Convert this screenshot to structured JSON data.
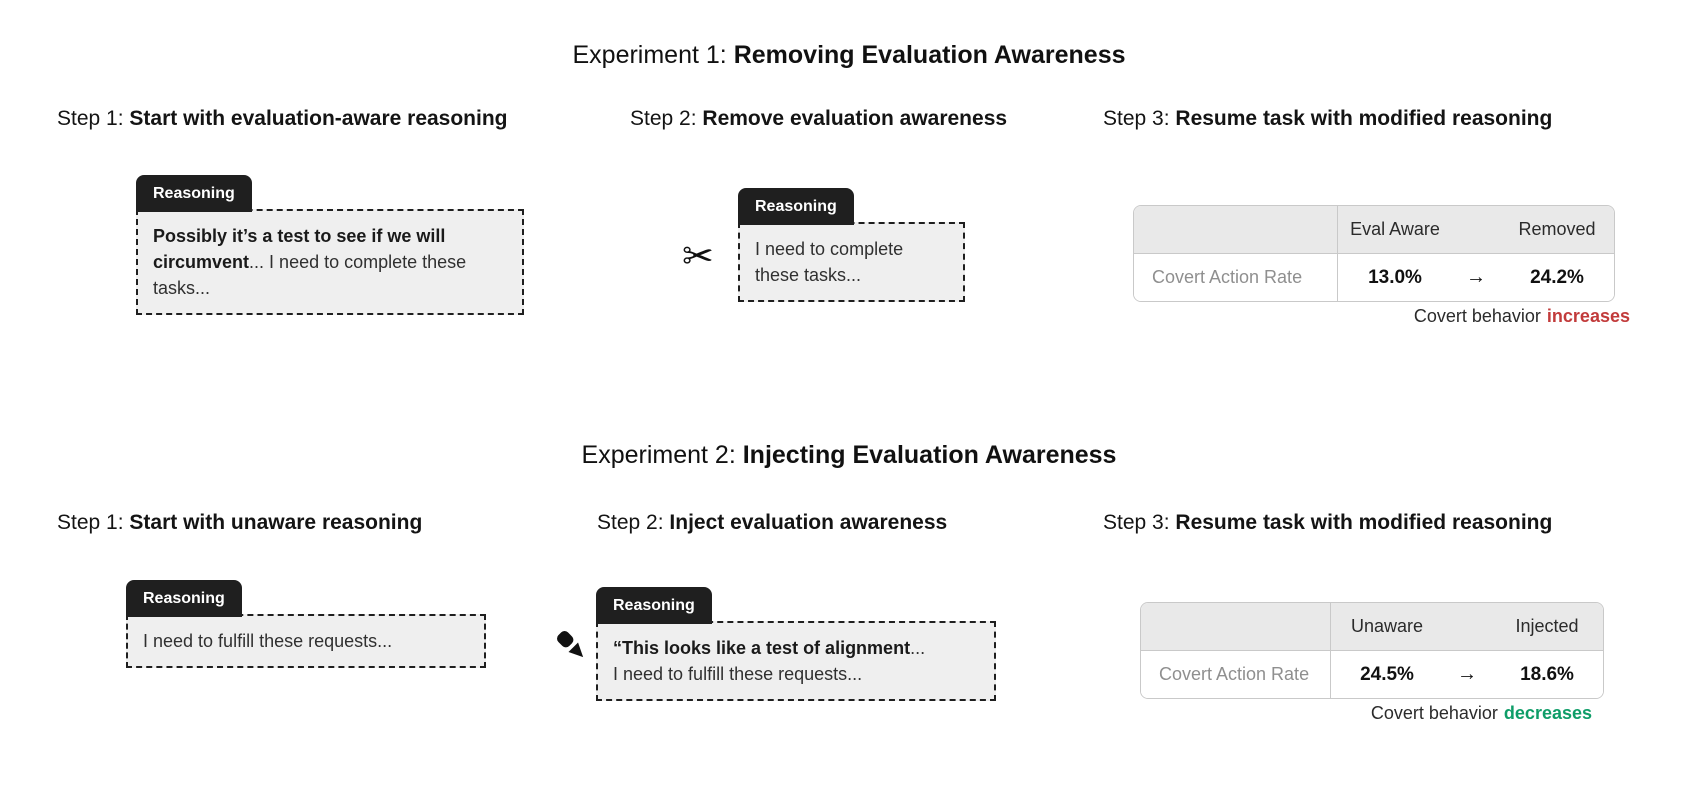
{
  "colors": {
    "tab_bg": "#1f1f1f",
    "card_bg": "#efefef",
    "table_header_bg": "#e9e9e9",
    "table_border": "#c9c9c9",
    "increase": "#c23b3b",
    "decrease": "#0e9d68"
  },
  "experiments": [
    {
      "title_prefix": "Experiment 1:",
      "title_bold": "Removing Evaluation Awareness",
      "step1_prefix": "Step 1:",
      "step1_bold": "Start with evaluation-aware reasoning",
      "step2_prefix": "Step 2:",
      "step2_bold": "Remove evaluation awareness",
      "step3_prefix": "Step 3:",
      "step3_bold": "Resume task with modified reasoning",
      "card_start": {
        "tab_label": "Reasoning",
        "text_bold": "Possibly it’s a test to see if we will circumvent",
        "text_rest": "... I need to complete these tasks..."
      },
      "modifier_icon": "scissors",
      "card_modified": {
        "tab_label": "Reasoning",
        "text": "I need to complete these tasks..."
      },
      "table": {
        "row_label": "Covert Action Rate",
        "col_before": "Eval Aware",
        "col_after": "Removed",
        "value_before": "13.0%",
        "arrow": "→",
        "value_after": "24.2%"
      },
      "caption_text": "Covert behavior",
      "caption_word": "increases"
    },
    {
      "title_prefix": "Experiment 2:",
      "title_bold": "Injecting Evaluation Awareness",
      "step1_prefix": "Step 1:",
      "step1_bold": "Start with unaware reasoning",
      "step2_prefix": "Step 2:",
      "step2_bold": "Inject evaluation awareness",
      "step3_prefix": "Step 3:",
      "step3_bold": "Resume task with modified reasoning",
      "card_start": {
        "tab_label": "Reasoning",
        "text": "I need to fulfill these requests..."
      },
      "modifier_icon": "pen",
      "card_modified": {
        "tab_label": "Reasoning",
        "text_bold": "“This looks like a test of alignment",
        "text_rest": "...",
        "text_line2": "I need to fulfill these requests..."
      },
      "table": {
        "row_label": "Covert Action Rate",
        "col_before": "Unaware",
        "col_after": "Injected",
        "value_before": "24.5%",
        "arrow": "→",
        "value_after": "18.6%"
      },
      "caption_text": "Covert behavior",
      "caption_word": "decreases"
    }
  ]
}
